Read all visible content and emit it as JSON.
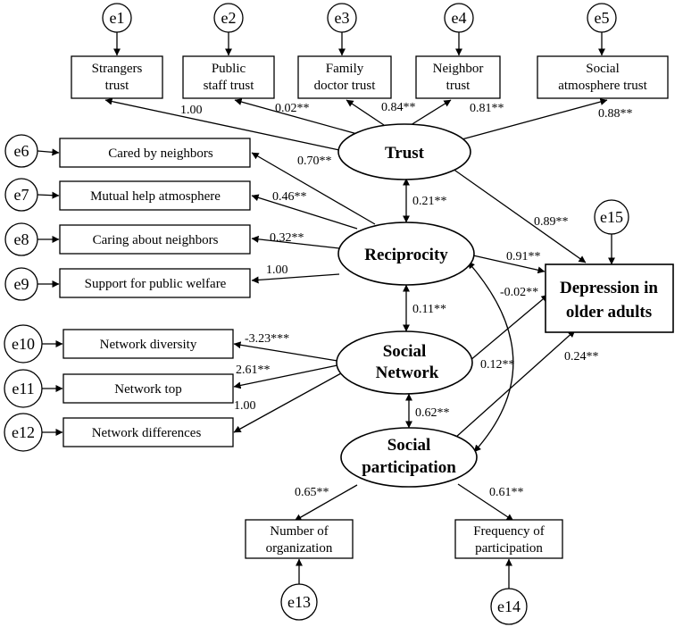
{
  "errors": [
    "e1",
    "e2",
    "e3",
    "e4",
    "e5",
    "e6",
    "e7",
    "e8",
    "e9",
    "e10",
    "e11",
    "e12",
    "e13",
    "e14",
    "e15"
  ],
  "indicators": {
    "strangers_trust": [
      "Strangers",
      "trust"
    ],
    "public_staff_trust": [
      "Public",
      "staff trust"
    ],
    "family_doctor_trust": [
      "Family",
      "doctor trust"
    ],
    "neighbor_trust": [
      "Neighbor",
      "trust"
    ],
    "social_atmosphere_trust": [
      "Social",
      "atmosphere trust"
    ],
    "cared_by_neighbors": "Cared by neighbors",
    "mutual_help_atmosphere": "Mutual help atmosphere",
    "caring_about_neighbors": "Caring about neighbors",
    "support_public_welfare": "Support for public welfare",
    "network_diversity": "Network diversity",
    "network_top": "Network top",
    "network_differences": "Network differences",
    "number_of_organization": [
      "Number of",
      "organization"
    ],
    "frequency_of_participation": [
      "Frequency of",
      "participation"
    ]
  },
  "latents": {
    "trust": "Trust",
    "reciprocity": "Reciprocity",
    "social_network": [
      "Social",
      "Network"
    ],
    "social_participation": [
      "Social",
      "participation"
    ]
  },
  "outcome": [
    "Depression in",
    "older adults"
  ],
  "coefficients": {
    "trust_strangers": "1.00",
    "trust_public_staff": "0.02**",
    "trust_family_doctor": "0.84**",
    "trust_neighbor": "0.81**",
    "trust_social_atmosphere": "0.88**",
    "recip_cared": "0.70**",
    "recip_mutual": "0.46**",
    "recip_caring": "0.32**",
    "recip_support": "1.00",
    "network_diversity": "-3.23***",
    "network_top": "2.61**",
    "network_differences": "1.00",
    "participation_number": "0.65**",
    "participation_frequency": "0.61**",
    "trust_reciprocity": "0.21**",
    "reciprocity_network": "0.11**",
    "network_participation": "0.62**",
    "reciprocity_participation": "0.12**",
    "trust_depression": "0.89**",
    "reciprocity_depression": "0.91**",
    "network_depression": "-0.02**",
    "participation_depression": "0.24**"
  }
}
